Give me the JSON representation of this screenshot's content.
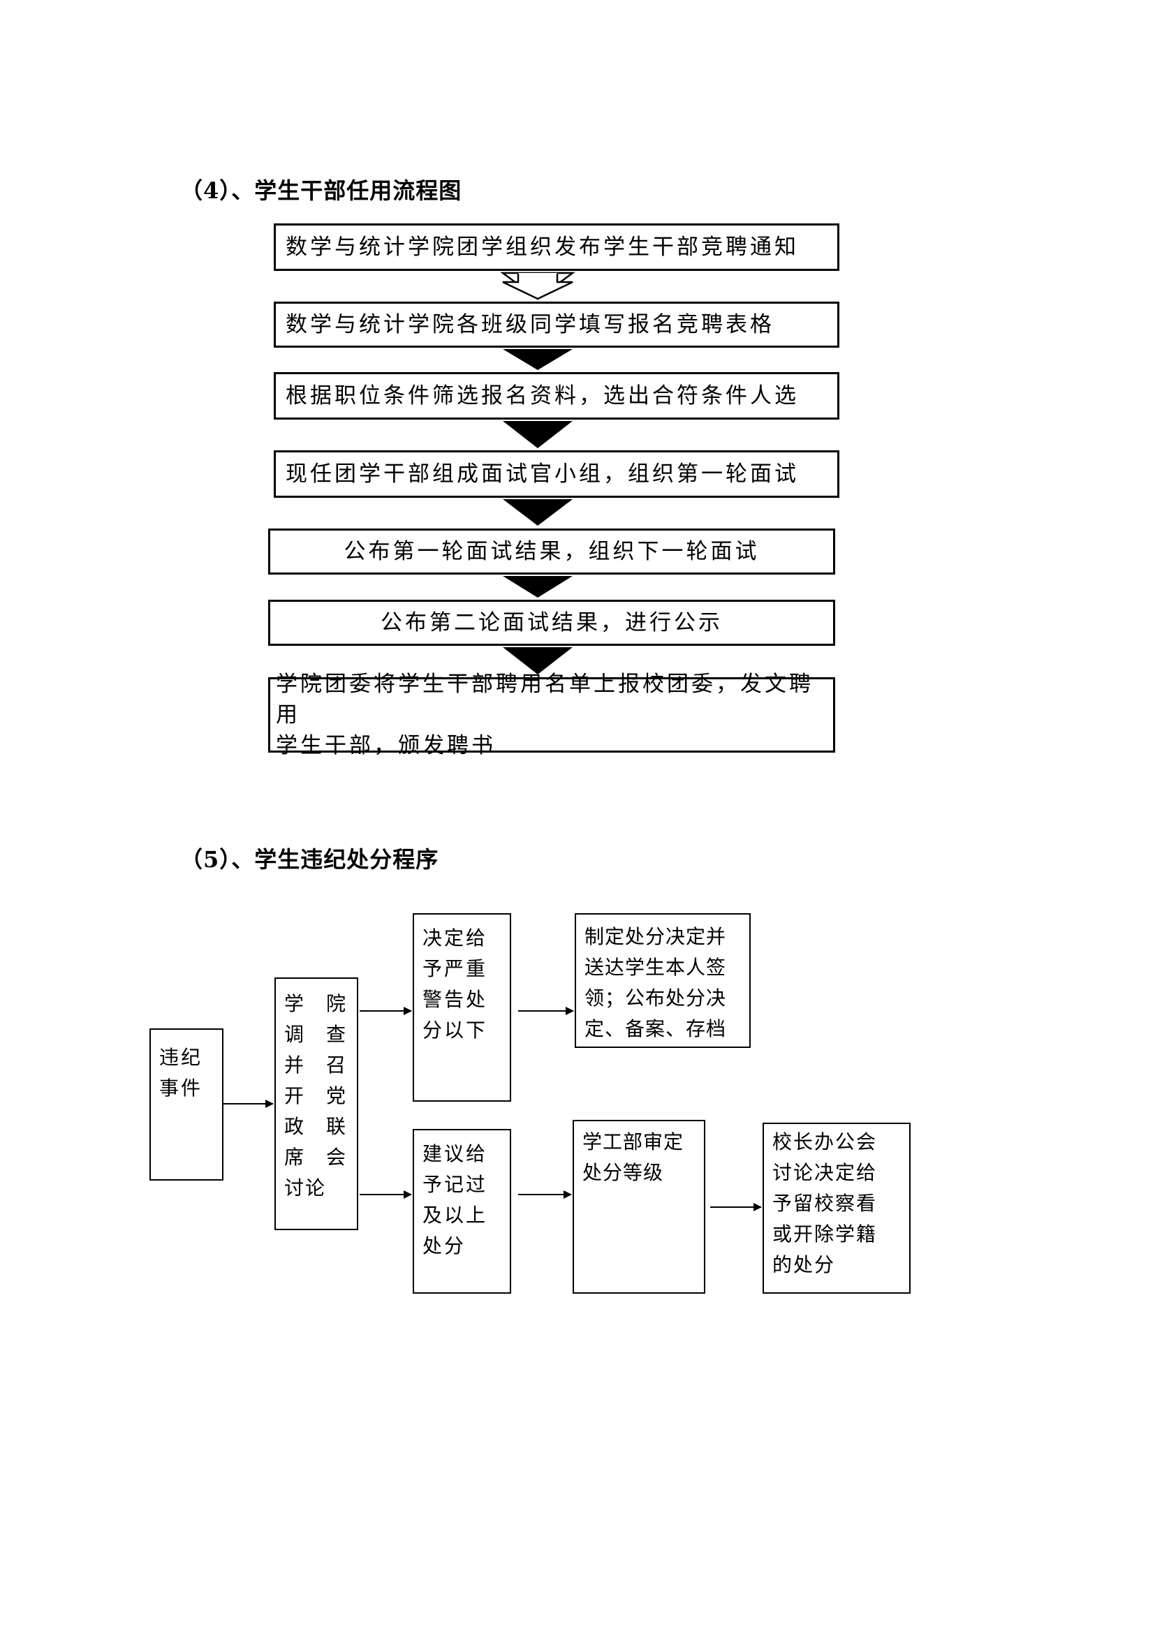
{
  "section4": {
    "title": "（4）、学生干部任用流程图",
    "steps": [
      "数学与统计学院团学组织发布学生干部竞聘通知",
      "数学与统计学院各班级同学填写报名竞聘表格",
      "根据职位条件筛选报名资料，选出合符条件人选",
      "现任团学干部组成面试官小组，组织第一轮面试",
      "公布第一轮面试结果，组织下一轮面试",
      "公布第二论面试结果，进行公示",
      "学院团委将学生干部聘用名单上报校团委，发文聘用学生干部，颁发聘书"
    ],
    "last_step_lines": [
      "学院团委将学生干部聘用名单上报校团委，发文聘用",
      "学生干部，颁发聘书"
    ]
  },
  "section5": {
    "title": "（5）、学生违纪处分程序",
    "nodes": {
      "event": [
        "违纪",
        "事件"
      ],
      "investigate": [
        "学　院",
        "调　查",
        "并　召",
        "开　党",
        "政　联",
        "席　会",
        "讨论"
      ],
      "decide_warning": [
        "决定给",
        "予严重",
        "警告处",
        "分以下"
      ],
      "notify": [
        "制定处分决定并",
        "送达学生本人签",
        "领；公布处分决",
        "定、备案、存档"
      ],
      "suggest_demerit": [
        "建议给",
        "予记过",
        "及以上",
        "处分"
      ],
      "review_level": [
        "学工部审定",
        "处分等级"
      ],
      "president_meeting": [
        "校长办公会",
        "讨论决定给",
        "予留校察看",
        "或开除学籍",
        "的处分"
      ]
    }
  }
}
